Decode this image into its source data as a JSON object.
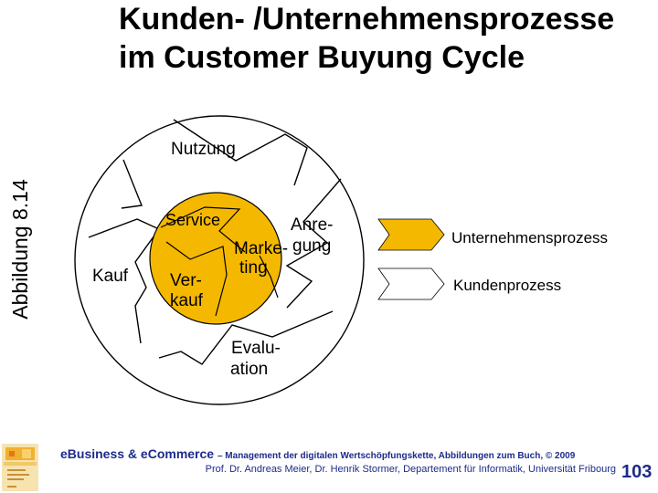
{
  "title": {
    "line1": "Kunden- /Unternehmensprozesse",
    "line2": "im Customer Buyung Cycle"
  },
  "side_label": "Abbildung 8.14",
  "diagram": {
    "outer_labels": {
      "nutzung": "Nutzung",
      "anregung_1": "Anre-",
      "anregung_2": "gung",
      "kauf": "Kauf",
      "evaluation_1": "Evalu-",
      "evaluation_2": "ation"
    },
    "inner_labels": {
      "service": "Service",
      "marketing_1": "Marke-",
      "marketing_2": "ting",
      "verkauf_1": "Ver-",
      "verkauf_2": "kauf"
    },
    "colors": {
      "company_process": "#f5b800",
      "customer_process": "#ffffff",
      "outline": "#000000"
    }
  },
  "legend": {
    "items": [
      {
        "label": "Unternehmensprozess",
        "color": "#f5b800"
      },
      {
        "label": "Kundenprozess",
        "color": "#ffffff"
      }
    ]
  },
  "footer": {
    "brand": "eBusiness & eCommerce",
    "subtitle": "– Management der digitalen Wertschöpfungskette, Abbildungen zum Buch, © 2009",
    "authors": "Prof. Dr. Andreas Meier, Dr. Henrik Stormer, Departement für Informatik, Universität Fribourg",
    "page_number": "103",
    "text_color": "#1d2b8a"
  }
}
